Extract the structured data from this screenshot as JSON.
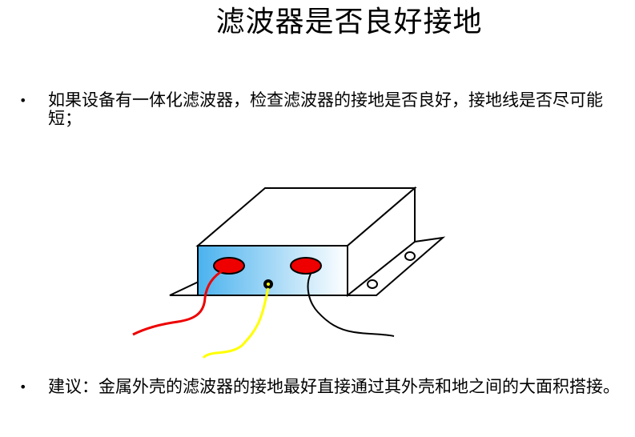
{
  "title": "滤波器是否良好接地",
  "bullets": [
    {
      "symbol": "•",
      "text": "如果设备有一体化滤波器，检查滤波器的接地是否良好，接地线是否尽可能短；"
    },
    {
      "symbol": "•",
      "text": "建议：金属外壳的滤波器的接地最好直接通过其外壳和地之间的大面积搭接。"
    }
  ],
  "diagram": {
    "colors": {
      "front_face_gradient_start": "#4ab2ee",
      "front_face_gradient_end": "#ffffff",
      "terminal": "#ee0000",
      "wire_left": "#ee0000",
      "wire_middle": "#ffff00",
      "wire_right": "#000000",
      "outline": "#000000"
    }
  }
}
